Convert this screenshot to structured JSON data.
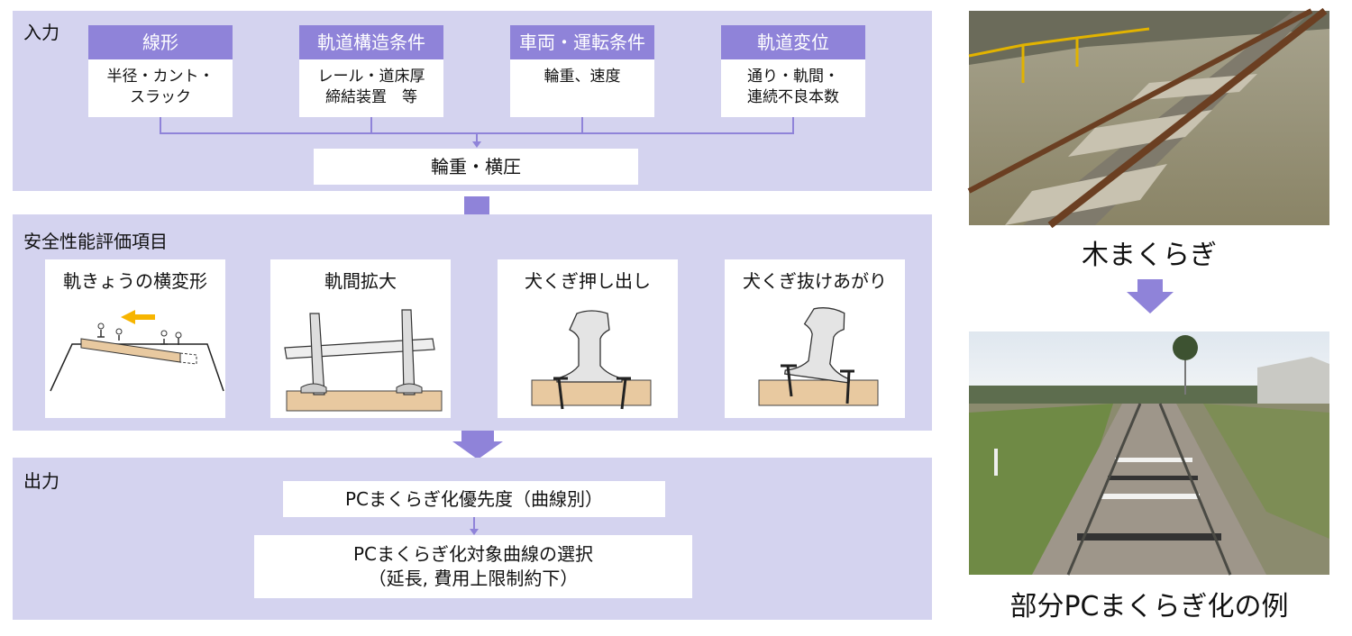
{
  "input": {
    "title": "入力",
    "items": [
      {
        "header": "線形",
        "body": "半径・カント・\nスラック"
      },
      {
        "header": "軌道構造条件",
        "body": "レール・道床厚\n締結装置　等"
      },
      {
        "header": "車両・運転条件",
        "body": "輪重、速度"
      },
      {
        "header": "軌道変位",
        "body": "通り・軌間・\n連続不良本数"
      }
    ],
    "result": "輪重・横圧"
  },
  "evaluation": {
    "title": "安全性能評価項目",
    "items": [
      {
        "label": "軌きょうの横変形",
        "icon": "track-lateral-deformation-icon"
      },
      {
        "label": "軌間拡大",
        "icon": "gauge-widening-icon"
      },
      {
        "label": "犬くぎ押し出し",
        "icon": "spike-push-out-icon"
      },
      {
        "label": "犬くぎ抜けあがり",
        "icon": "spike-pull-up-icon"
      }
    ]
  },
  "output": {
    "title": "出力",
    "priority": "PCまくらぎ化優先度（曲線別）",
    "selection_line1": "PCまくらぎ化対象曲線の選択",
    "selection_line2": "（延長, 費用上限制約下）"
  },
  "photos": {
    "top_caption": "木まくらぎ",
    "bottom_caption": "部分PCまくらぎ化の例"
  },
  "colors": {
    "panel_bg": "#d4d3ef",
    "header_bg": "#8f83d9",
    "connector": "#8f83d9",
    "arrow": "#8f83d9",
    "orange_arrow": "#f7b500",
    "wood": "#e8c9a0"
  }
}
